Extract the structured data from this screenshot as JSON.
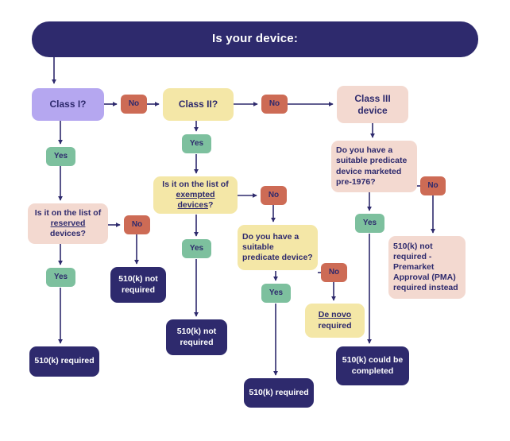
{
  "title": "Is your device:",
  "labels": {
    "yes": "Yes",
    "no": "No"
  },
  "nodes": {
    "class1": "Class I?",
    "class2": "Class II?",
    "class3": "Class III device",
    "reserved_q": {
      "pre": "Is it on the list of ",
      "underlined": "reserved",
      "post": " devices?"
    },
    "exempted_q": {
      "pre": "Is it on the list of ",
      "underlined": "exempted devices",
      "post": "?"
    },
    "predicate_q": "Do you have a suitable predicate device?",
    "pre1976_q": "Do you have a suitable predicate device marketed pre-1976?",
    "not_required": "510(k) not required",
    "required": "510(k) required",
    "denovo": {
      "underlined": "De novo",
      "post": " required"
    },
    "pma": "510(k) not required - Premarket Approval (PMA) required instead",
    "completed": "510(k) could be completed"
  },
  "colors": {
    "navy": "#2e2a6d",
    "purple": "#b5a7f0",
    "yellow": "#f4e7a7",
    "pink": "#f3d9d0",
    "red": "#cd6b55",
    "green": "#7dc09e"
  }
}
